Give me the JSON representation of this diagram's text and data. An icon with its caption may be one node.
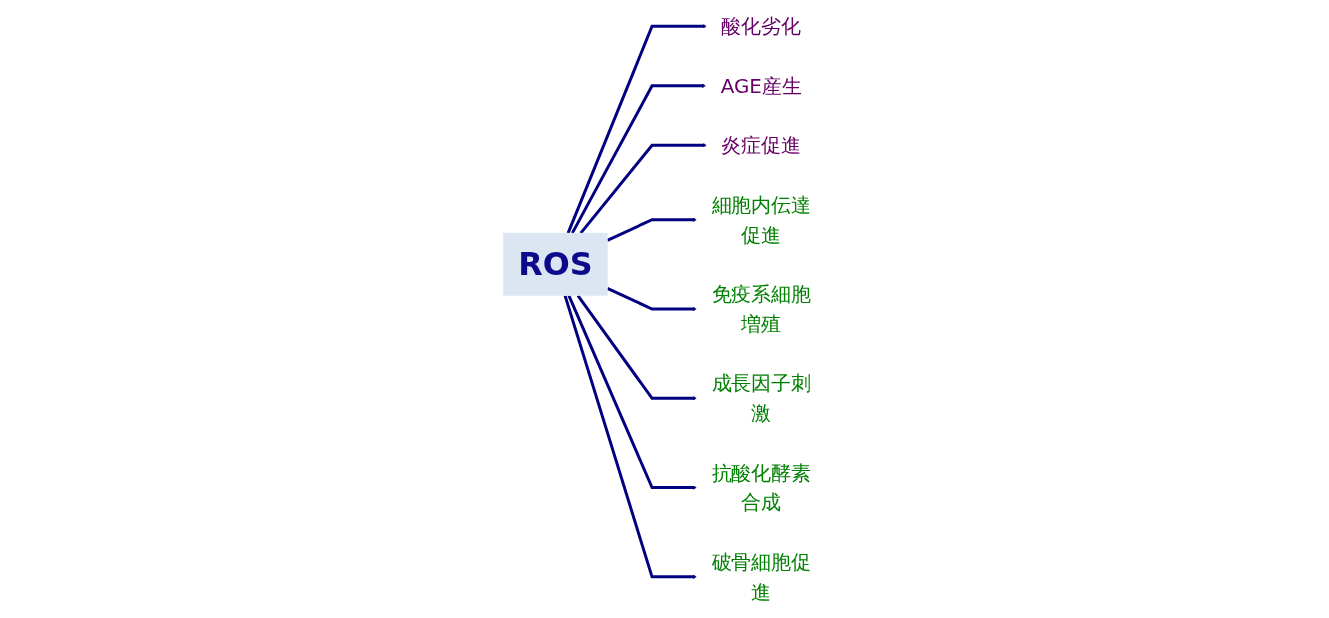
{
  "diagram": {
    "nodes": [
      {
        "text": [
          "ROS"
        ]
      },
      {
        "text": [
          "酸化劣化"
        ]
      },
      {
        "text": [
          "AGE産生"
        ]
      },
      {
        "text": [
          "炎症促進"
        ]
      },
      {
        "text": [
          "細胞内伝達促進"
        ]
      },
      {
        "text": [
          "免疫系細胞増殖"
        ]
      },
      {
        "text": [
          "成長因子刺激"
        ]
      },
      {
        "text": [
          "抗酸化酵素合成"
        ]
      },
      {
        "text": [
          "破骨細胞促進"
        ]
      }
    ],
    "edges": [
      {
        "from": 0,
        "to": 1,
        "arrow": "to"
      },
      {
        "from": 0,
        "to": 2,
        "arrow": "to"
      },
      {
        "from": 0,
        "to": 3,
        "arrow": "to"
      },
      {
        "from": 0,
        "to": 4,
        "arrow": "to"
      },
      {
        "from": 0,
        "to": 5,
        "arrow": "to"
      },
      {
        "from": 0,
        "to": 6,
        "arrow": "to"
      },
      {
        "from": 0,
        "to": 7,
        "arrow": "to"
      },
      {
        "from": 0,
        "to": 8,
        "arrow": "to"
      }
    ]
  }
}
